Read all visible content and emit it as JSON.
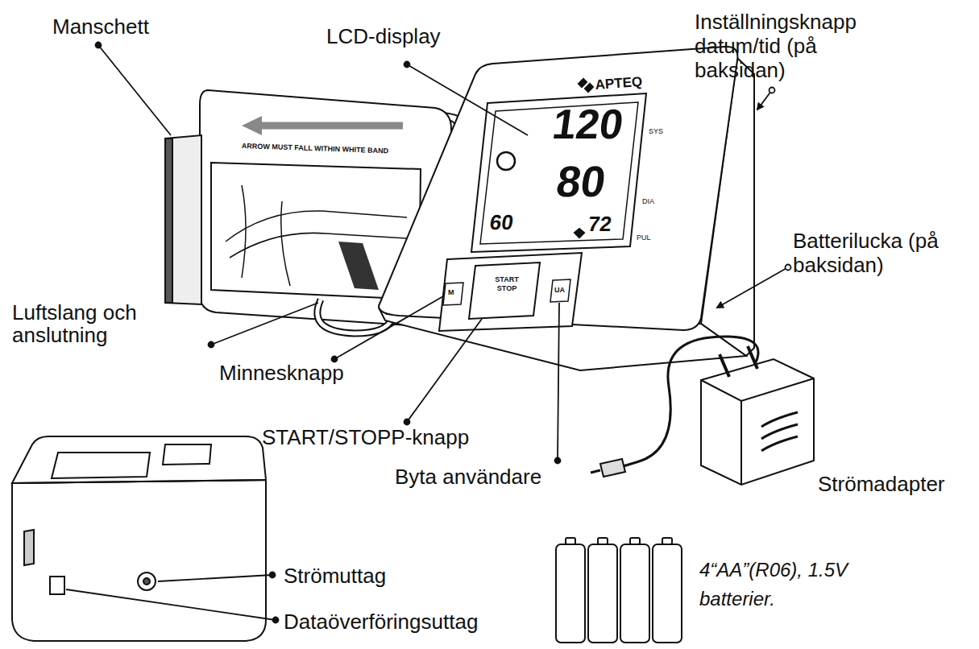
{
  "diagram": {
    "labels": [
      "Manschett",
      "LCD-display",
      "Inställningsknapp datum/tid (på baksidan)",
      "Batterilucka (på baksidan)",
      "Luftslang och anslutning",
      "Minnesknapp",
      "START/STOPP-knapp",
      "Byta användare",
      "Strömadapter",
      "Strömuttag",
      "Dataöverföringsuttag",
      "4“AA”(R06), 1.5V batterier.",
      "APTEQ",
      "ARROW MUST FALL WITHIN WHITE BAND",
      "120",
      "80",
      "72",
      "60",
      "START STOP",
      "M",
      "UA",
      "SYS",
      "DIA",
      "PUL"
    ]
  }
}
